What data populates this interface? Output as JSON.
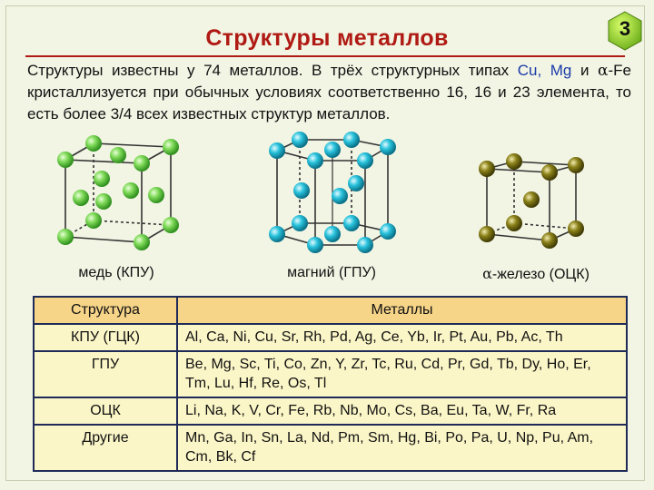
{
  "slide": {
    "number": "3",
    "title": "Структуры металлов",
    "intro": {
      "part1": "Структуры известны у 74 металлов. В трёх структурных типах ",
      "part2": "Cu, Mg",
      "part3": " и ",
      "alpha": "α",
      "part4": "-Fe кристаллизуется при обычных условиях соответственно 16, 16 и 23 элемента, то есть более 3/4 всех известных структур металлов."
    }
  },
  "structures": [
    {
      "caption": "медь (КПУ)",
      "color": "#7ed957"
    },
    {
      "caption": "магний (ГПУ)",
      "color": "#28c2dc"
    },
    {
      "alpha": "α",
      "caption": "-железо (ОЦК)",
      "color": "#7c7412"
    }
  ],
  "table": {
    "headers": [
      "Структура",
      "Металлы"
    ],
    "rows": [
      {
        "structure": "КПУ (ГЦК)",
        "metals": "Al, Ca, Ni, Cu, Sr, Rh, Pd, Ag, Ce, Yb, Ir, Pt, Au, Pb, Ac, Th"
      },
      {
        "structure": "ГПУ",
        "metals": "Be, Mg, Sc, Ti, Co, Zn, Y, Zr, Tc, Ru, Cd, Pr, Gd, Tb, Dy, Ho, Er, Tm, Lu, Hf, Re, Os, Tl"
      },
      {
        "structure": "ОЦК",
        "metals": "Li, Na, K, V, Cr, Fe, Rb, Nb, Mo, Cs, Ba, Eu, Ta, W, Fr, Ra"
      },
      {
        "structure": "Другие",
        "metals": "Mn, Ga, In, Sn, La, Nd, Pm, Sm, Hg, Bi, Po, Pa, U, Np, Pu, Am, Cm, Bk, Cf"
      }
    ]
  }
}
